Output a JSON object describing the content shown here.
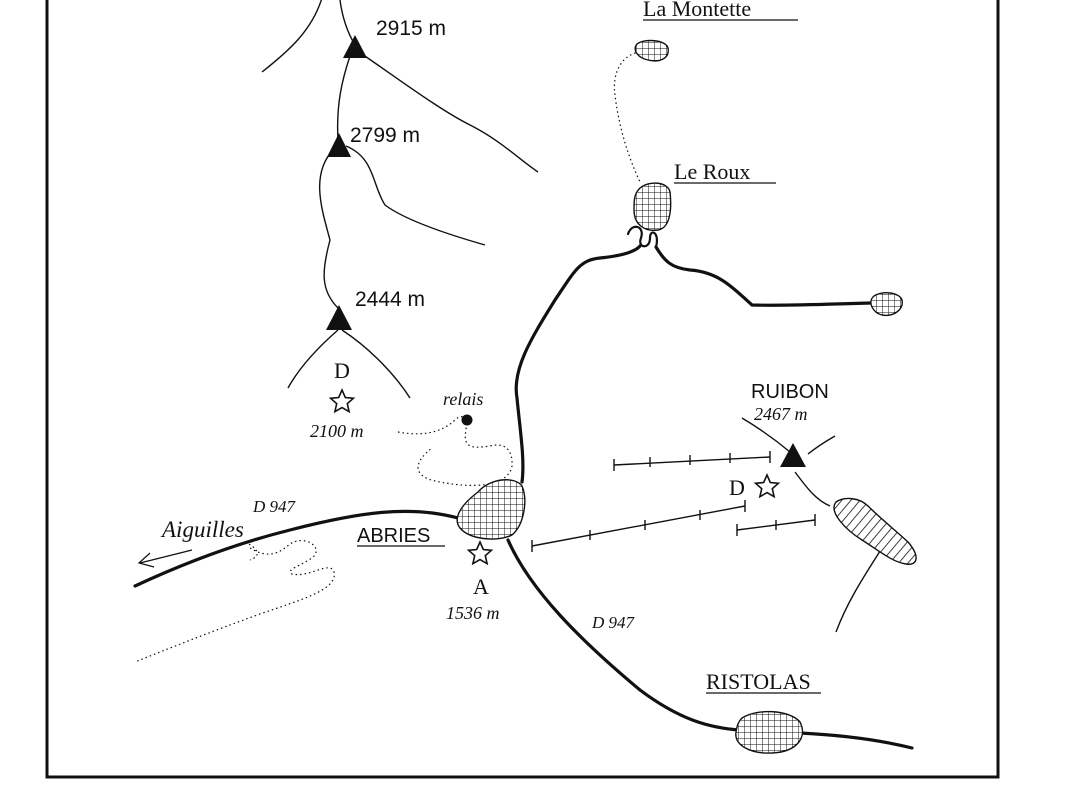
{
  "places": {
    "la_montette": "La Montette",
    "le_roux": "Le Roux",
    "ruibon": "RUIBON",
    "abries": "ABRIES",
    "ristolas": "RISTOLAS",
    "aiguilles": "Aiguilles",
    "relais": "relais"
  },
  "summits": {
    "s1": "2915 m",
    "s2": "2799 m",
    "s3": "2444 m",
    "ruibon_alt": "2467 m"
  },
  "markers": {
    "d_left": "D",
    "d_left_alt": "2100 m",
    "d_right": "D",
    "a": "A",
    "a_alt": "1536 m"
  },
  "roads": {
    "d947_west": "D 947",
    "d947_south": "D 947"
  }
}
